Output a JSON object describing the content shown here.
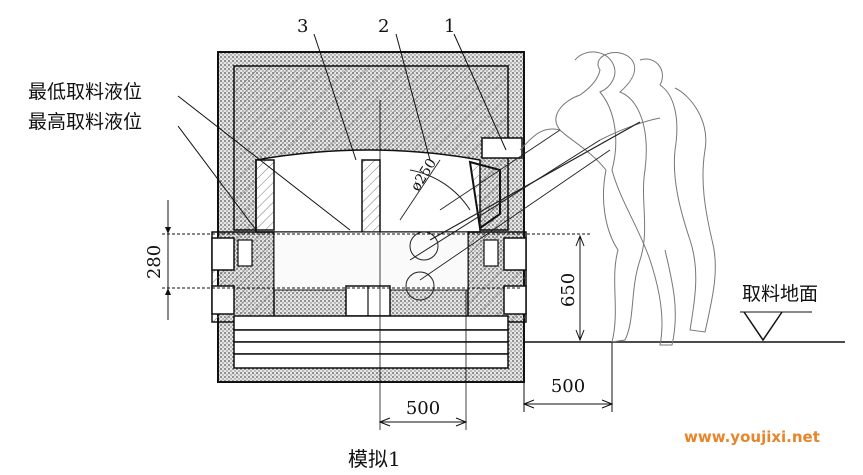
{
  "callouts": {
    "c1": "1",
    "c2": "2",
    "c3": "3"
  },
  "labels": {
    "min_level": "最低取料液位",
    "max_level": "最高取料液位",
    "ground": "取料地面",
    "diameter": "ø250"
  },
  "dimensions": {
    "d280": "280",
    "d650": "650",
    "d500_bottom": "500",
    "d500_right": "500"
  },
  "caption": "模拟1",
  "watermark": "www.youjixi.net"
}
